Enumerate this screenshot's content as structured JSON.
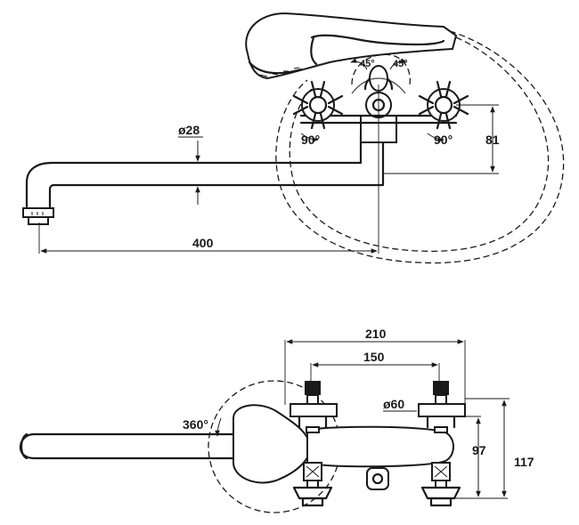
{
  "top_view": {
    "dim_spout_length": "400",
    "dim_pipe_diameter": "ø28",
    "dim_height_81": "81",
    "angle_left_handle": "90°",
    "angle_right_handle": "90°",
    "angle_switch_left": "45°",
    "angle_switch_right": "45°"
  },
  "front_view": {
    "dim_overall_width": "210",
    "dim_centers": "150",
    "dim_diameter_60": "ø60",
    "dim_height_97": "97",
    "dim_height_117": "117",
    "angle_rotation": "360°"
  }
}
